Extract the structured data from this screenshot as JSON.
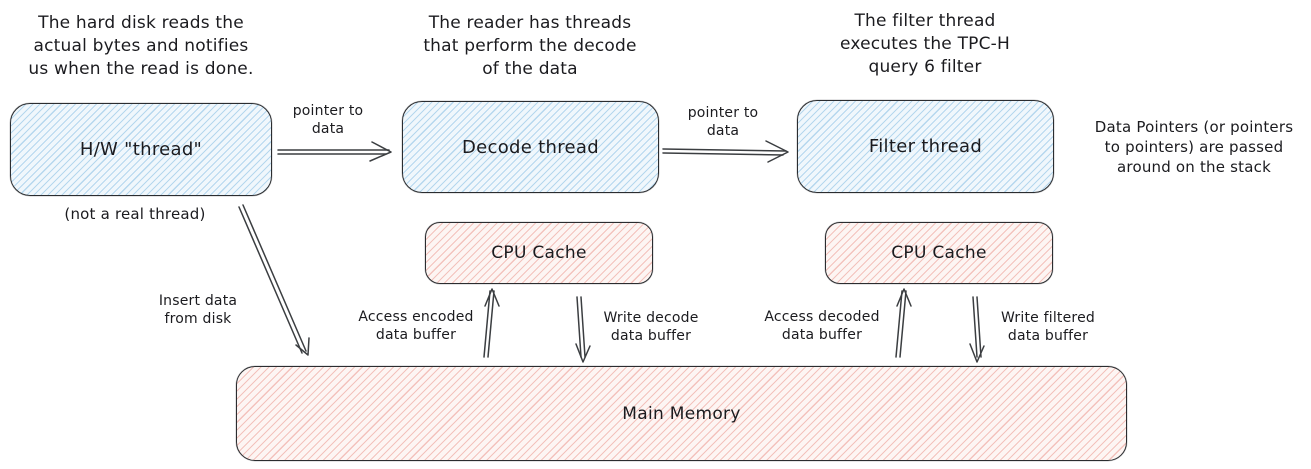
{
  "colors": {
    "blue_fill": "#f0f7fc",
    "blue_hatch": "#b5d7ee",
    "pink_fill": "#fdf5f3",
    "pink_hatch": "#f3c2bc",
    "stroke": "#2b2d30",
    "text": "#1b1b1f",
    "arrow": "#3b3e41",
    "bg": "#ffffff"
  },
  "annotations": {
    "hard_disk_note": "The hard disk reads the\nactual bytes and notifies\nus when the read is done.",
    "reader_note": "The reader has threads\nthat perform the decode\nof the data",
    "filter_note": "The filter thread\nexecutes the TPC-H\nquery 6 filter",
    "stack_note": "Data Pointers (or pointers\nto pointers) are passed\naround on the stack",
    "not_real_thread": "(not a real thread)"
  },
  "boxes": {
    "hw_thread": "H/W \"thread\"",
    "decode_thread": "Decode thread",
    "filter_thread": "Filter thread",
    "cpu_cache_left": "CPU Cache",
    "cpu_cache_right": "CPU Cache",
    "main_memory": "Main Memory"
  },
  "edge_labels": {
    "pointer_to_data_left": "pointer to\ndata",
    "pointer_to_data_right": "pointer to\ndata",
    "insert_data": "Insert data\nfrom disk",
    "access_encoded": "Access encoded\ndata buffer",
    "write_decode": "Write decode\ndata buffer",
    "access_decoded": "Access decoded\ndata buffer",
    "write_filtered": "Write filtered\ndata buffer"
  }
}
